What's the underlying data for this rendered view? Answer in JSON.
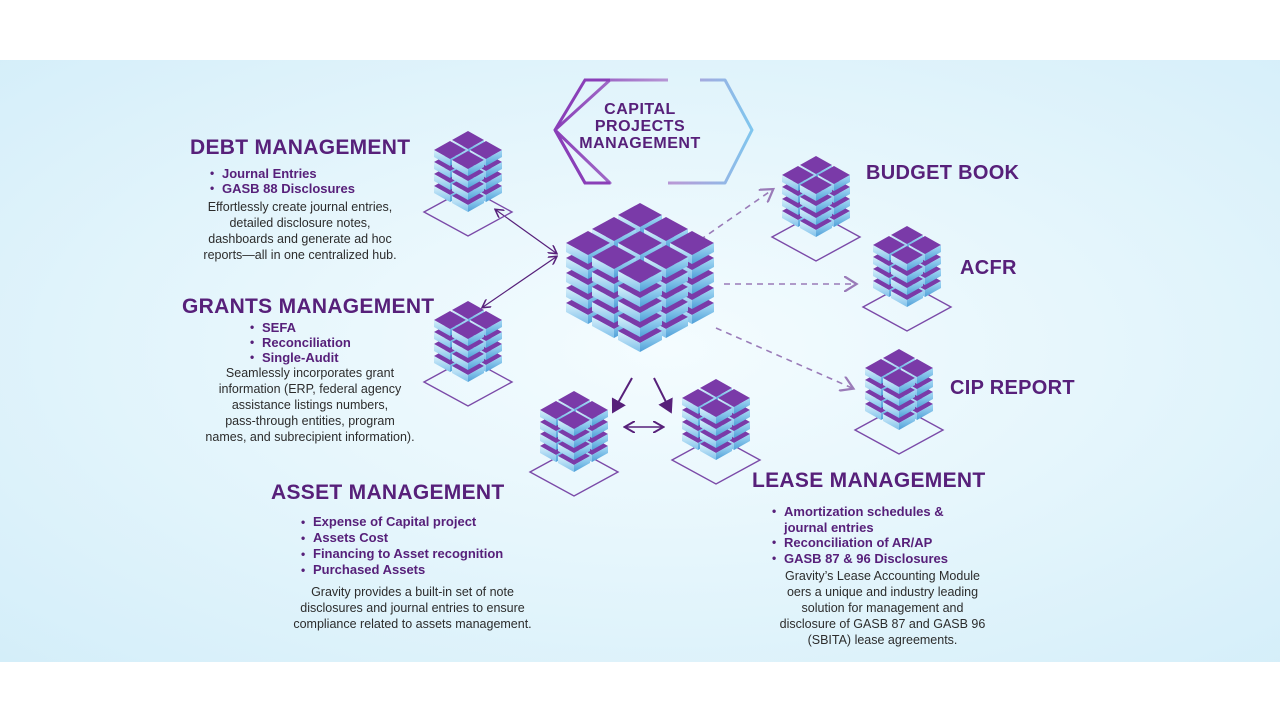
{
  "hub": {
    "title_lines": [
      "CAPITAL",
      "PROJECTS",
      "MANAGEMENT"
    ]
  },
  "debt": {
    "title": "DEBT MANAGEMENT",
    "bullets": [
      "Journal Entries",
      "GASB 88 Disclosures"
    ],
    "desc_lines": [
      "Effortlessly create journal entries,",
      "detailed  disclosure notes,",
      "dashboards and generate  ad hoc",
      "reports—all in one centralized hub."
    ]
  },
  "grants": {
    "title": "GRANTS MANAGEMENT",
    "bullets": [
      "SEFA",
      "Reconciliation",
      "Single-Audit"
    ],
    "desc_lines": [
      "Seamlessly incorporates grant",
      "information (ERP, federal agency",
      "assistance listings numbers,",
      "pass-through entities, program",
      "names, and subrecipient information)."
    ]
  },
  "asset": {
    "title": "ASSET  MANAGEMENT",
    "bullets": [
      "Expense of Capital project",
      "Assets Cost",
      "Financing to Asset recognition",
      "Purchased Assets"
    ],
    "desc_lines": [
      "Gravity provides a built-in set of note",
      "disclosures and journal entries to ensure",
      "compliance related to assets management."
    ]
  },
  "lease": {
    "title": "LEASE  MANAGEMENT",
    "bullets": [
      "Amortization schedules &",
      "journal entries",
      "Reconciliation of AR/AP",
      "GASB 87 & 96 Disclosures"
    ],
    "desc_lines": [
      "Gravity’s Lease Accounting Module",
      "oers a unique and industry leading",
      "solution for management and",
      "disclosure of GASB 87 and GASB 96",
      "(SBITA) lease agreements."
    ]
  },
  "outputs": {
    "budget_book": "BUDGET BOOK",
    "acfr": "ACFR",
    "cip_report": "CIP REPORT"
  },
  "colors": {
    "brand_purple": "#57207a",
    "cube_top": "#7a3aa8",
    "cube_side": "#6fb9ea",
    "background": "#e6f6fc"
  }
}
